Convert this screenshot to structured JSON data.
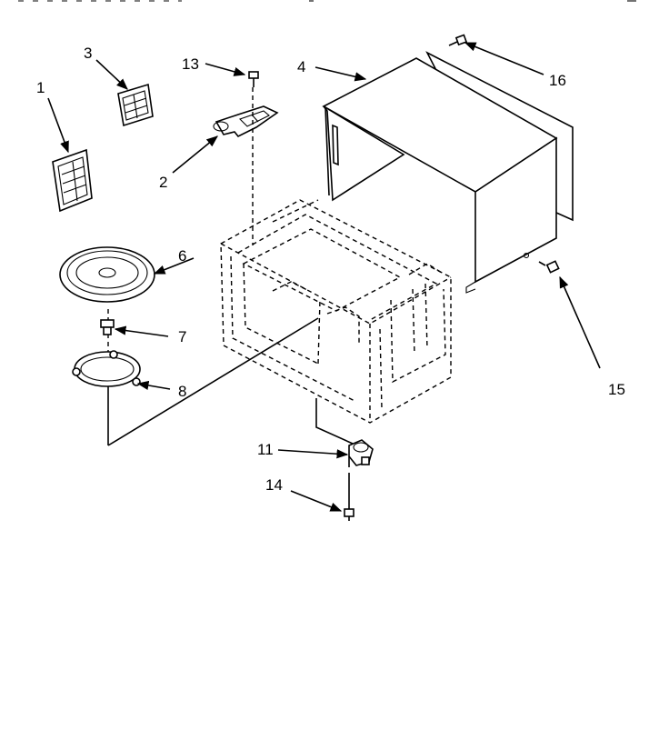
{
  "callouts": {
    "c1": "1",
    "c2": "2",
    "c3": "3",
    "c4": "4",
    "c6": "6",
    "c7": "7",
    "c8": "8",
    "c11": "11",
    "c13": "13",
    "c14": "14",
    "c15": "15",
    "c16": "16"
  },
  "icons": [
    "grille-cover",
    "waveguide-cover",
    "cabinet-wrapper",
    "turntable-glass-tray",
    "tray-coupler",
    "roller-ring",
    "turntable-motor",
    "screw",
    "oven-cavity-outline"
  ]
}
